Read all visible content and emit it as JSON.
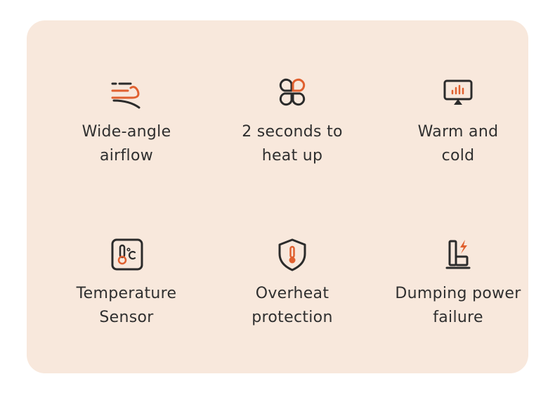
{
  "colors": {
    "card_background": "#f8e8dc",
    "icon_dark": "#2b2b2b",
    "icon_accent": "#e0602f",
    "text": "#2f2f2f"
  },
  "features": [
    {
      "label": "Wide-angle\nairflow",
      "icon": "airflow-icon"
    },
    {
      "label": "2 seconds to\nheat up",
      "icon": "fast-heat-icon"
    },
    {
      "label": "Warm and\ncold",
      "icon": "warm-cold-display-icon"
    },
    {
      "label": "Temperature\nSensor",
      "icon": "thermometer-sensor-icon"
    },
    {
      "label": "Overheat\nprotection",
      "icon": "shield-thermometer-icon"
    },
    {
      "label": "Dumping power\nfailure",
      "icon": "tip-over-power-off-icon"
    }
  ]
}
